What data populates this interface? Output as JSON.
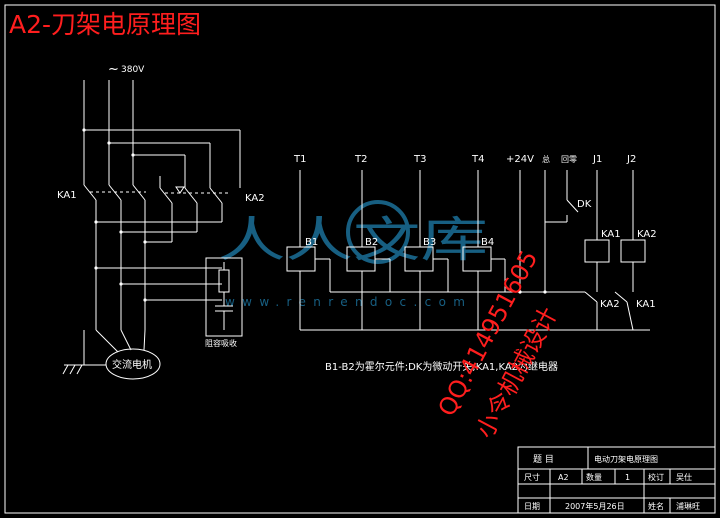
{
  "title": "A2-刀架电原理图",
  "power": {
    "symbol": "~",
    "voltage": "380V"
  },
  "contactors": {
    "left": "KA1",
    "right": "KA2"
  },
  "motor_label": "交流电机",
  "rc_label": "阻容吸收",
  "terminals": [
    "T1",
    "T2",
    "T3",
    "T4",
    "+24V",
    "总",
    "回零",
    "J1",
    "J2"
  ],
  "hall_elements": [
    "B1",
    "B2",
    "B3",
    "B4"
  ],
  "micro_switch": "DK",
  "relays": {
    "coil1": "KA1",
    "coil2": "KA2",
    "contact1": "KA2",
    "contact2": "KA1"
  },
  "note": "B1-B2为霍尔元件;DK为微动开关;KA1,KA2为继电器",
  "watermark": {
    "site": "人人文库",
    "url": "www.renrendoc.com"
  },
  "overlay": {
    "line1": "QQ:414951605",
    "line2": "小令机械设计"
  },
  "title_block": {
    "label_title": "题 目",
    "drawing_name": "电动刀架电原理图",
    "label_size": "尺寸",
    "size": "A2",
    "label_qty": "数量",
    "qty": "1",
    "label_check": "校订",
    "checker": "吴仕",
    "label_date": "日期",
    "date": "2007年5月26日",
    "label_name": "姓名",
    "name": "浦琳旺"
  },
  "colors": {
    "background": "#000000",
    "lines": "#ffffff",
    "title": "#ff1e1e",
    "watermark": "#1f7fae"
  }
}
